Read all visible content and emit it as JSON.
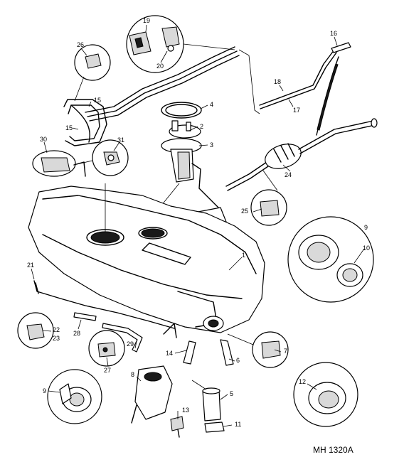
{
  "diagram": {
    "reference_code": "MH 1320A",
    "callouts": [
      {
        "id": "1",
        "text": "1"
      },
      {
        "id": "2",
        "text": "2"
      },
      {
        "id": "3",
        "text": "3"
      },
      {
        "id": "4",
        "text": "4"
      },
      {
        "id": "5",
        "text": "5"
      },
      {
        "id": "6",
        "text": "6"
      },
      {
        "id": "7",
        "text": "7"
      },
      {
        "id": "8",
        "text": "8"
      },
      {
        "id": "9a",
        "text": "9"
      },
      {
        "id": "9b",
        "text": "9"
      },
      {
        "id": "10",
        "text": "10"
      },
      {
        "id": "11",
        "text": "11"
      },
      {
        "id": "12",
        "text": "12"
      },
      {
        "id": "13",
        "text": "13"
      },
      {
        "id": "14",
        "text": "14"
      },
      {
        "id": "15a",
        "text": "15"
      },
      {
        "id": "15b",
        "text": "15"
      },
      {
        "id": "16",
        "text": "16"
      },
      {
        "id": "17",
        "text": "17"
      },
      {
        "id": "18",
        "text": "18"
      },
      {
        "id": "19",
        "text": "19"
      },
      {
        "id": "20",
        "text": "20"
      },
      {
        "id": "21",
        "text": "21"
      },
      {
        "id": "22",
        "text": "22"
      },
      {
        "id": "23",
        "text": "23"
      },
      {
        "id": "24",
        "text": "24"
      },
      {
        "id": "25",
        "text": "25"
      },
      {
        "id": "26",
        "text": "26"
      },
      {
        "id": "27",
        "text": "27"
      },
      {
        "id": "28",
        "text": "28"
      },
      {
        "id": "29",
        "text": "29"
      },
      {
        "id": "30",
        "text": "30"
      },
      {
        "id": "31",
        "text": "31"
      }
    ]
  }
}
